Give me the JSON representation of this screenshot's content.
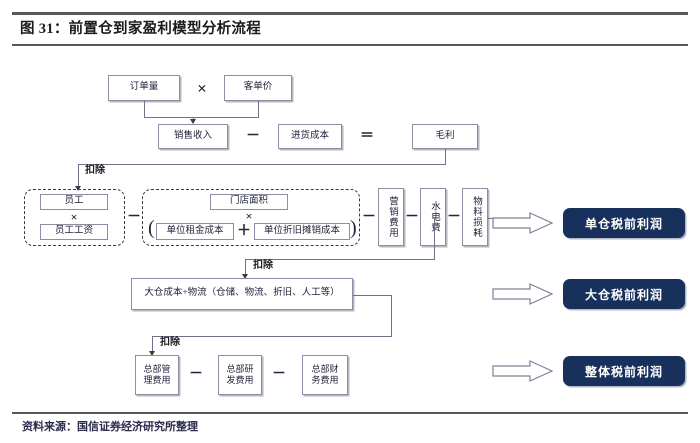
{
  "header": {
    "figure_label": "图 31：前置仓到家盈利模型分析流程"
  },
  "footer": {
    "source": "资料来源：国信证券经济研究所整理"
  },
  "colors": {
    "pill_navy": "#17305c",
    "box_border": "#8a8fa6",
    "rule": "#58585a",
    "dashed": "#3b3b3b"
  },
  "diagram": {
    "row1": {
      "order_volume": "订单量",
      "multiply": "×",
      "unit_price": "客单价"
    },
    "row2": {
      "sales_revenue": "销售收入",
      "minus": "－",
      "purchase_cost": "进货成本",
      "equals": "＝",
      "gross_profit": "毛利"
    },
    "deduct_label_1": "扣除",
    "row3": {
      "staff_group": {
        "staff_count": "员工",
        "multiply": "×",
        "staff_salary": "员工工资"
      },
      "minus_1": "－",
      "store_group": {
        "store_area": "门店面积",
        "multiply": "×",
        "paren_open": "(",
        "unit_rent_cost": "单位租金成本",
        "plus": "＋",
        "unit_depreciation_cost": "单位折旧摊销成本",
        "paren_close": ")"
      },
      "minus_2": "－",
      "marketing_expense": "营销费用",
      "minus_3": "－",
      "utilities_expense": "水电费",
      "minus_4": "－",
      "material_loss": "物料损耗"
    },
    "deduct_label_2": "扣除",
    "row4": {
      "warehouse_logistics": "大仓成本+物流（仓储、物流、折旧、人工等）"
    },
    "deduct_label_3": "扣除",
    "row5": {
      "hq_admin_expense": "总部管理费用",
      "minus_1": "－",
      "hq_rd_expense": "总部研发费用",
      "minus_2": "－",
      "hq_finance_expense": "总部财务费用"
    },
    "results": {
      "single_warehouse_pretax_profit": "单仓税前利润",
      "large_warehouse_pretax_profit": "大仓税前利润",
      "overall_pretax_profit": "整体税前利润"
    }
  }
}
